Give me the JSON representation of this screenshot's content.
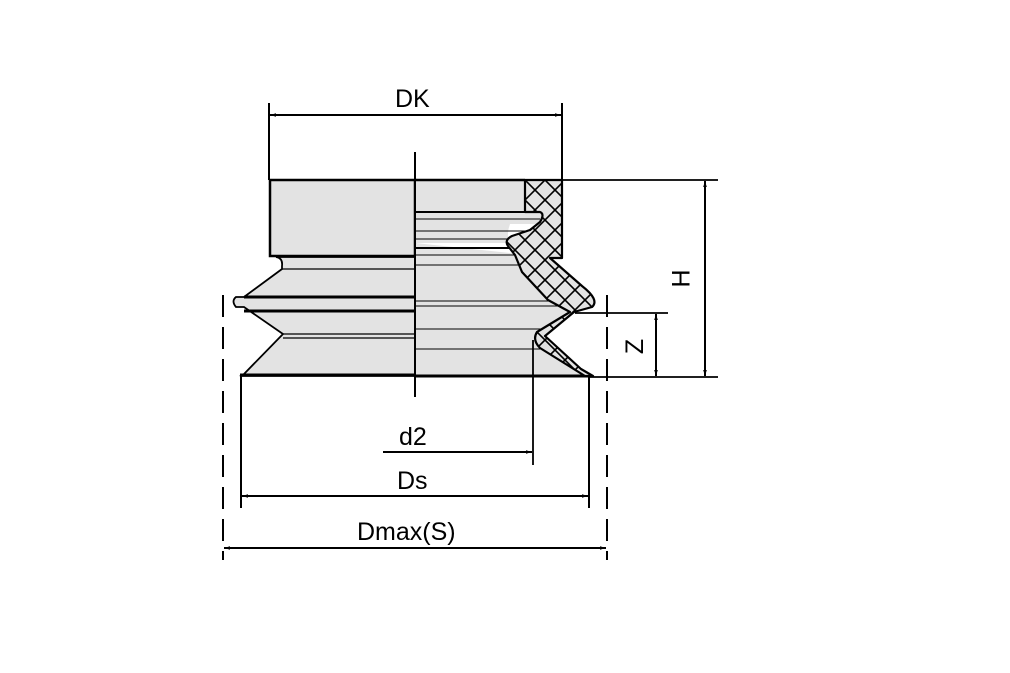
{
  "drawing": {
    "title": "Bellows suction cup dimension drawing",
    "fill_color": "#e3e3e3",
    "line_color": "#000000",
    "background": "#ffffff"
  },
  "dimensions": {
    "DK": "DK",
    "H": "H",
    "Z": "Z",
    "d2": "d2",
    "Ds": "Ds",
    "Dmax": "Dmax(S)"
  }
}
